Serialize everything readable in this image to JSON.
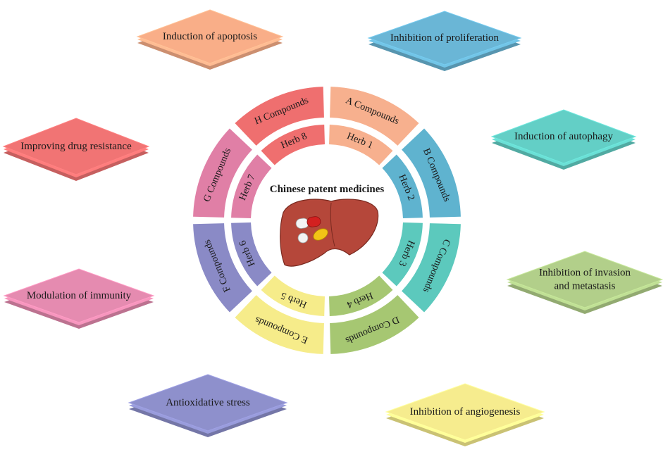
{
  "center": {
    "title": "Chinese patent medicines",
    "icon": "liver-with-pills-icon"
  },
  "segments": [
    {
      "key": "a",
      "herb": "Herb 1",
      "compound": "A Compounds",
      "color": "#f7b08e"
    },
    {
      "key": "b",
      "herb": "Herb 2",
      "compound": "B Compounds",
      "color": "#5fb3cf"
    },
    {
      "key": "c",
      "herb": "Herb 3",
      "compound": "C Compounds",
      "color": "#5cc9bd"
    },
    {
      "key": "d",
      "herb": "Herb 4",
      "compound": "D Compounds",
      "color": "#a6c772"
    },
    {
      "key": "e",
      "herb": "Herb 5",
      "compound": "E Compounds",
      "color": "#f6ec8a"
    },
    {
      "key": "f",
      "herb": "Herb 6",
      "compound": "F Compounds",
      "color": "#8a8ac6"
    },
    {
      "key": "g",
      "herb": "Herb 7",
      "compound": "G Compounds",
      "color": "#e07fa6"
    },
    {
      "key": "h",
      "herb": "Herb 8",
      "compound": "H Compounds",
      "color": "#ef6f6f"
    }
  ],
  "effects": [
    {
      "key": "apoptosis",
      "lines": [
        "Induction of apoptosis"
      ],
      "color": "#f9ae88"
    },
    {
      "key": "proliferation",
      "lines": [
        "Inhibition of proliferation"
      ],
      "color": "#6ab6d6"
    },
    {
      "key": "autophagy",
      "lines": [
        "Induction of autophagy"
      ],
      "color": "#63cfc6"
    },
    {
      "key": "invasion",
      "lines": [
        "Inhibition of invasion",
        "and metastasis"
      ],
      "color": "#b2cf8a"
    },
    {
      "key": "angiogenesis",
      "lines": [
        "Inhibition of angiogenesis"
      ],
      "color": "#f6ec8e"
    },
    {
      "key": "antioxidative",
      "lines": [
        "Antioxidative stress"
      ],
      "color": "#8e90cc"
    },
    {
      "key": "immunity",
      "lines": [
        "Modulation of immunity"
      ],
      "color": "#e58bb0"
    },
    {
      "key": "drug-resistance",
      "lines": [
        "Improving  drug resistance"
      ],
      "color": "#f17474"
    }
  ]
}
